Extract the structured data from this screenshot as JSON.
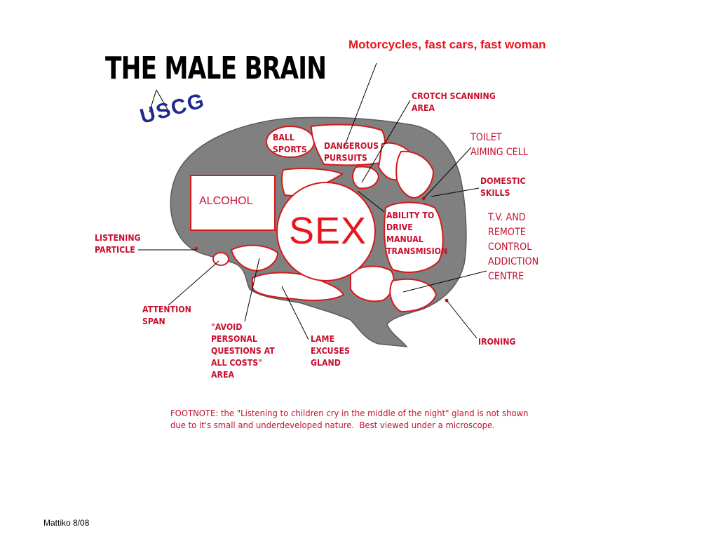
{
  "title": "THE MALE BRAIN",
  "stamp": "USCG",
  "caption_top": "Motorcycles, fast cars, fast woman",
  "regions": {
    "alcohol": "ALCOHOL",
    "sex": "SEX",
    "ball_sports": "BALL\nSPORTS",
    "dangerous_pursuits": "DANGEROUS\nPURSUITS"
  },
  "labels": {
    "crotch_scanning": "CROTCH SCANNING\nAREA",
    "toilet_aiming": "TOILET\nAIMING CELL",
    "domestic_skills": "DOMESTIC\nSKILLS",
    "ability_to_drive": "ABILITY TO\nDRIVE\nMANUAL\nTRANSMISION",
    "tv_remote": "T.V. AND\nREMOTE\nCONTROL\nADDICTION\nCENTRE",
    "listening_particle": "LISTENING\nPARTICLE",
    "attention_span": "ATTENTION\nSPAN",
    "avoid_questions": "\"AVOID\nPERSONAL\nQUESTIONS AT\nALL COSTS\"\nAREA",
    "lame_excuses": "LAME\nEXCUSES\nGLAND",
    "ironing": "IRONING"
  },
  "footnote": "FOOTNOTE: the \"Listening to children cry in the middle of the night\" gland is not shown\ndue to it's small and underdeveloped nature.  Best viewed under a microscope.",
  "credit": "Mattiko 8/08",
  "colors": {
    "brain_fill": "#808080",
    "region_outline": "#d41a1a",
    "label_red": "#c8102e",
    "stamp_blue": "#1f2a8c"
  }
}
